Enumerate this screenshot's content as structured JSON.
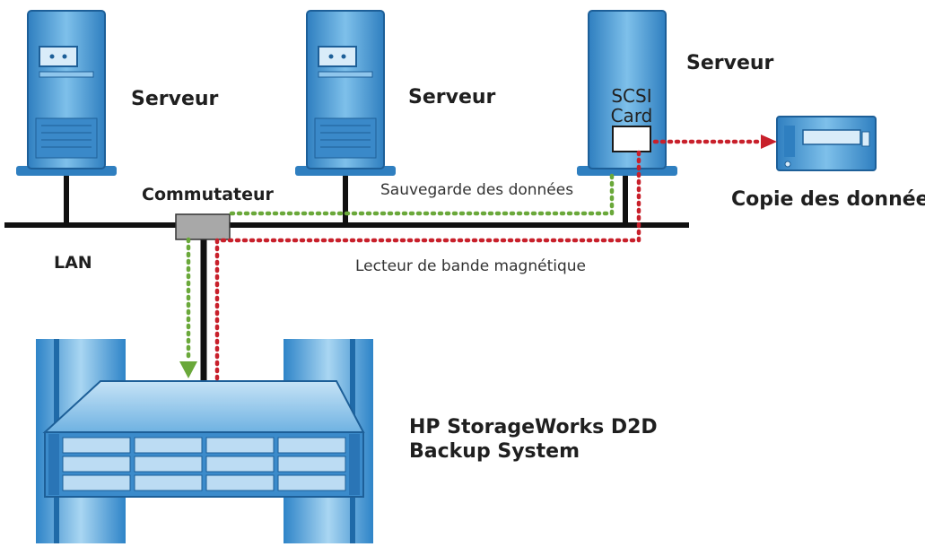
{
  "labels": {
    "server1": "Serveur",
    "server2": "Serveur",
    "server3": "Serveur",
    "switch": "Commutateur",
    "lan": "LAN",
    "scsi_line1": "SCSI",
    "scsi_line2": "Card",
    "backup_flow": "Sauvegarde des données",
    "tape_flow": "Lecteur de bande magnétique",
    "copy": "Copie des données",
    "d2d_line1": "HP StorageWorks D2D",
    "d2d_line2": "Backup System"
  },
  "colors": {
    "device_blue": "#3c8fce",
    "device_light": "#bfe0f5",
    "network_line": "#111111",
    "backup_path": "#6aa83a",
    "tape_path": "#c8202b",
    "switch_gray": "#a8a8a8"
  }
}
